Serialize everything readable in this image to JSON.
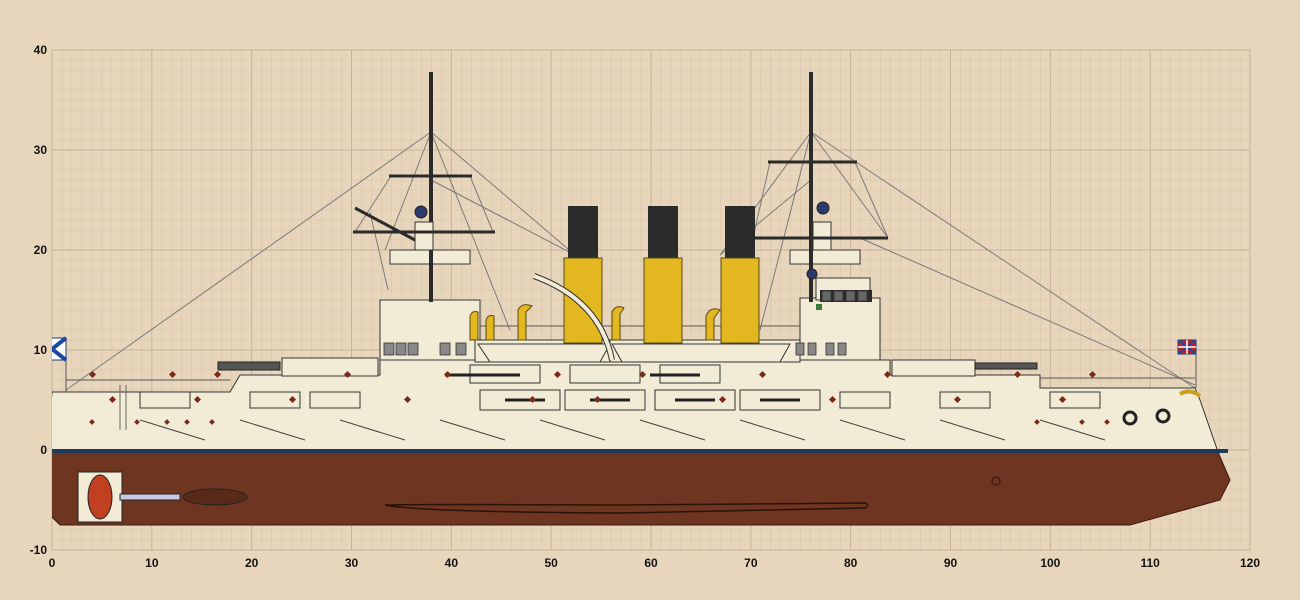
{
  "axes": {
    "x_ticks": [
      0,
      10,
      20,
      30,
      40,
      50,
      60,
      70,
      80,
      90,
      100,
      110,
      120
    ],
    "y_ticks": [
      40,
      30,
      20,
      10,
      0,
      -10
    ],
    "x_range": [
      0,
      120
    ],
    "y_range": [
      -10,
      40
    ],
    "grid": true
  },
  "colors": {
    "background": "#e8d6bc",
    "grid_minor": "#d7c2a6",
    "grid_major": "#c9b196",
    "hull_upper": "#f2ecd6",
    "hull_lower": "#6e3521",
    "waterline": "#1f3a5a",
    "funnel_yellow": "#e2b720",
    "funnel_black": "#2b2b2b",
    "rigging": "#777777"
  },
  "icons": {
    "stern_flag": "st-andrew-ensign-icon",
    "bow_flag": "jack-flag-icon"
  }
}
